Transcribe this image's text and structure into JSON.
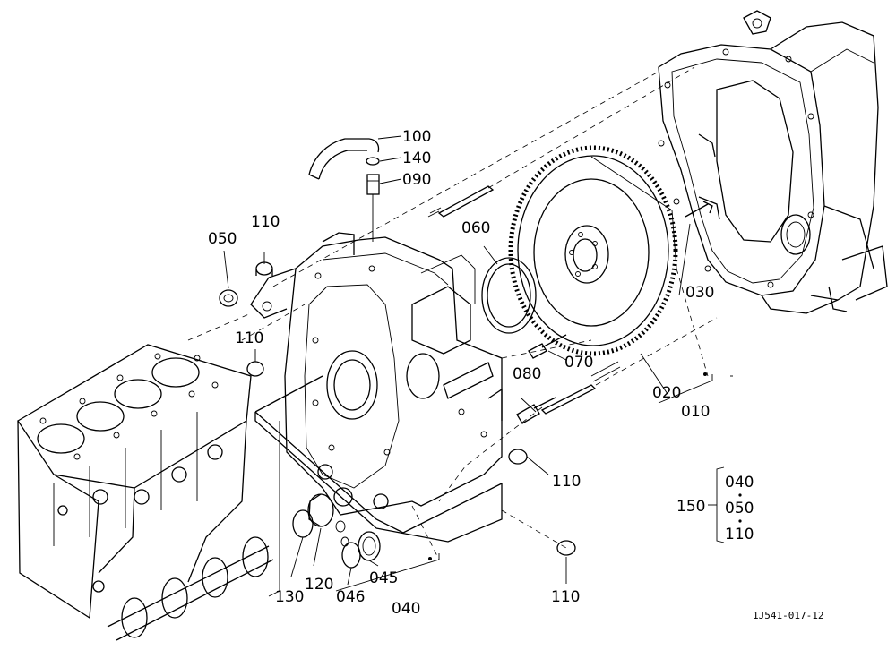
{
  "callouts": {
    "c100": "100",
    "c140": "140",
    "c090": "090",
    "c110a": "110",
    "c050": "050",
    "c060": "060",
    "c110b": "110",
    "c070": "070",
    "c080": "080",
    "c030": "030",
    "c020": "020",
    "c010": "010",
    "c110c": "110",
    "c120": "120",
    "c045": "045",
    "c046": "046",
    "c130": "130",
    "c040": "040",
    "c110d": "110"
  },
  "kit": {
    "label": "150",
    "items": [
      "040",
      "050",
      "110"
    ]
  },
  "drawing_code": "1J541-017-12"
}
